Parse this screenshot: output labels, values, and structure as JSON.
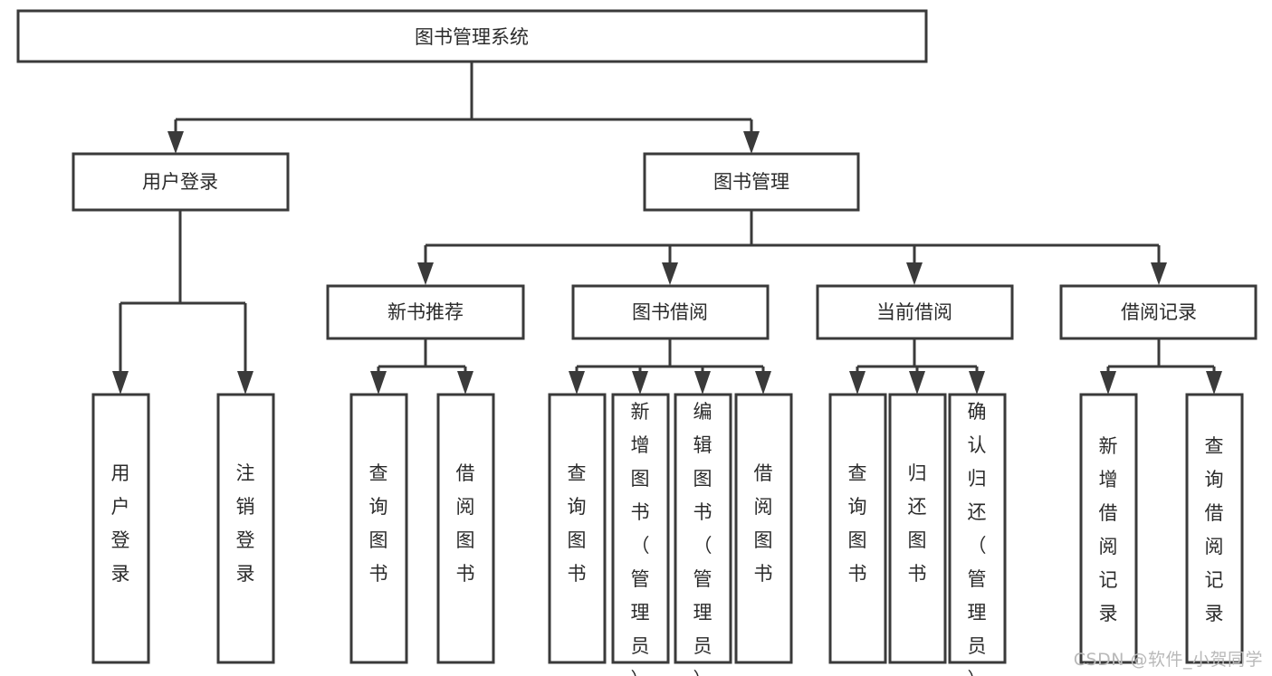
{
  "diagram": {
    "type": "tree-hierarchy",
    "title": "图书管理系统",
    "watermark": "CSDN @软件_小贺同学",
    "colors": {
      "stroke": "#3a3a3a",
      "fill": "#ffffff",
      "text": "#2b2b2b",
      "watermark": "#b9b9b9",
      "background": "#ffffff"
    },
    "nodes": {
      "root": {
        "label": "图书管理系统"
      },
      "level2": [
        {
          "label": "用户登录"
        },
        {
          "label": "图书管理"
        }
      ],
      "level3": [
        {
          "label": "新书推荐"
        },
        {
          "label": "图书借阅"
        },
        {
          "label": "当前借阅"
        },
        {
          "label": "借阅记录"
        }
      ],
      "leaves_user_login": [
        {
          "label": "用户登录"
        },
        {
          "label": "注销登录"
        }
      ],
      "leaves_new_book": [
        {
          "label": "查询图书"
        },
        {
          "label": "借阅图书"
        }
      ],
      "leaves_borrow": [
        {
          "label": "查询图书"
        },
        {
          "label": "新增图书（管理员）"
        },
        {
          "label": "编辑图书（管理员）"
        },
        {
          "label": "借阅图书"
        }
      ],
      "leaves_current": [
        {
          "label": "查询图书"
        },
        {
          "label": "归还图书"
        },
        {
          "label": "确认归还（管理员）"
        }
      ],
      "leaves_records": [
        {
          "label": "新增借阅记录"
        },
        {
          "label": "查询借阅记录"
        }
      ]
    }
  }
}
